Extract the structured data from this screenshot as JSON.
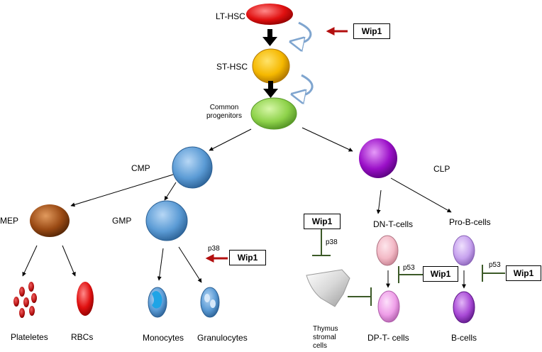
{
  "nodes": {
    "lt_hsc": "LT-HSC",
    "st_hsc": "ST-HSC",
    "common_progenitors": "Common\nprogenitors",
    "cmp": "CMP",
    "clp": "CLP",
    "mep": "MEP",
    "gmp": "GMP",
    "dn_t_cells": "DN-T-cells",
    "pro_b_cells": "Pro-B-cells",
    "plateletes": "Plateletes",
    "rbcs": "RBCs",
    "monocytes": "Monocytes",
    "granulocytes": "Granulocytes",
    "thymus_stromal_cells": "Thymus\nstromal\ncells",
    "dp_t_cells": "DP-T- cells",
    "b_cells": "B-cells"
  },
  "regulators": {
    "wip1_top": "Wip1",
    "wip1_gmp": "Wip1",
    "wip1_thymus": "Wip1",
    "wip1_dp": "Wip1",
    "wip1_b": "Wip1"
  },
  "mediators": {
    "p38_gmp": "p38",
    "p38_thymus": "p38",
    "p53_dp": "p53",
    "p53_b": "p53"
  },
  "colors": {
    "lt_hsc": "#e01010",
    "st_hsc": "#f5b800",
    "common_progenitors": "#8ed24a",
    "cmp": "#5b9bd5",
    "gmp": "#5b9bd5",
    "clp": "#9b10c8",
    "mep": "#9a4a14",
    "dn_t": "#f3b9c6",
    "pro_b": "#c7a2ee",
    "dp_t": "#ee9ee8",
    "b_cell": "#a94ad6",
    "inhibition": "#3c5a28",
    "activation": "#b30f0f"
  }
}
